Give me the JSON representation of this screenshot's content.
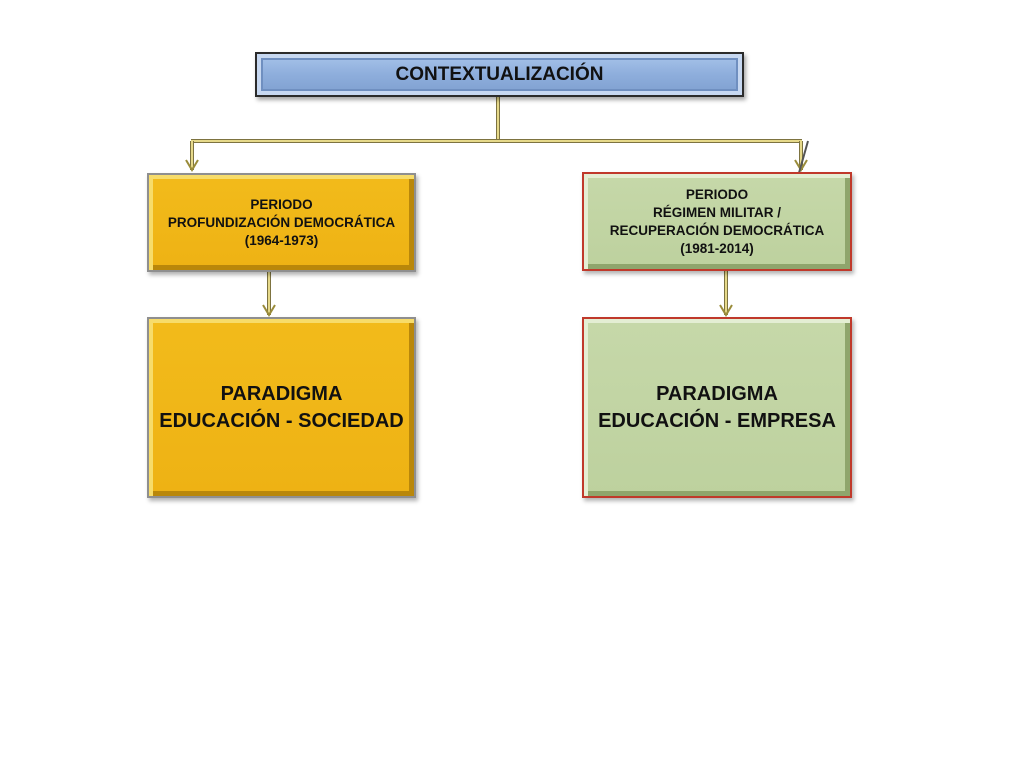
{
  "diagram": {
    "title": "CONTEXTUALIZACIÓN",
    "left_period": {
      "line1": "PERIODO",
      "line2": "PROFUNDIZACIÓN DEMOCRÁTICA",
      "line3": "(1964-1973)"
    },
    "right_period": {
      "line1": "PERIODO",
      "line2": "RÉGIMEN MILITAR /",
      "line3": "RECUPERACIÓN DEMOCRÁTICA",
      "line4": "(1981-2014)"
    },
    "left_paradigm": {
      "line1": "PARADIGMA",
      "line2": "EDUCACIÓN - SOCIEDAD"
    },
    "right_paradigm": {
      "line1": "PARADIGMA",
      "line2": "EDUCACIÓN - EMPRESA"
    }
  },
  "colors": {
    "title_fill": "#8eaedc",
    "left_fill": "#eeb214",
    "right_fill": "#bdd19e",
    "right_border": "#c0392b",
    "connector": "#d8c86a"
  }
}
